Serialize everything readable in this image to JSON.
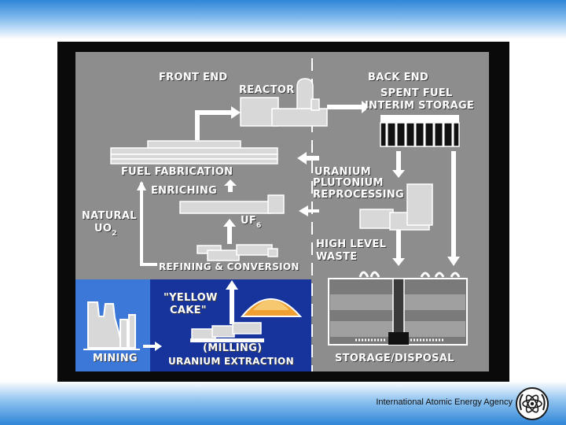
{
  "diagram": {
    "labels": {
      "front_end": "FRONT END",
      "reactor": "REACTOR",
      "back_end": "BACK END",
      "spent_fuel": "SPENT FUEL",
      "interim_storage": "INTERIM STORAGE",
      "fuel_fabrication": "FUEL FABRICATION",
      "enriching": "ENRICHING",
      "uranium": "URANIUM",
      "plutonium": "PLUTONIUM",
      "reprocessing": "REPROCESSING",
      "natural": "NATURAL",
      "uo2_main": "UO",
      "uo2_sub": "2",
      "uf6_main": "UF",
      "uf6_sub": "6",
      "high_level": "HIGH LEVEL",
      "waste": "WASTE",
      "refining_conversion": "REFINING & CONVERSION",
      "yellow_cake_1": "\"YELLOW",
      "yellow_cake_2": "CAKE\"",
      "milling": "(MILLING)",
      "uranium_extraction": "URANIUM EXTRACTION",
      "mining": "MINING",
      "storage_disposal": "STORAGE/DISPOSAL"
    },
    "colors": {
      "panel": "#8d8d8d",
      "mining_panel": "#3c78d8",
      "milling_panel": "#17349c",
      "storage_panel": "#7a7a7a",
      "arrow": "#ffffff",
      "yellow_cake_pile": "#f0a030"
    }
  },
  "footer": {
    "agency": "International Atomic Energy Agency",
    "logo_icon": "iaea-atom-logo-icon"
  }
}
